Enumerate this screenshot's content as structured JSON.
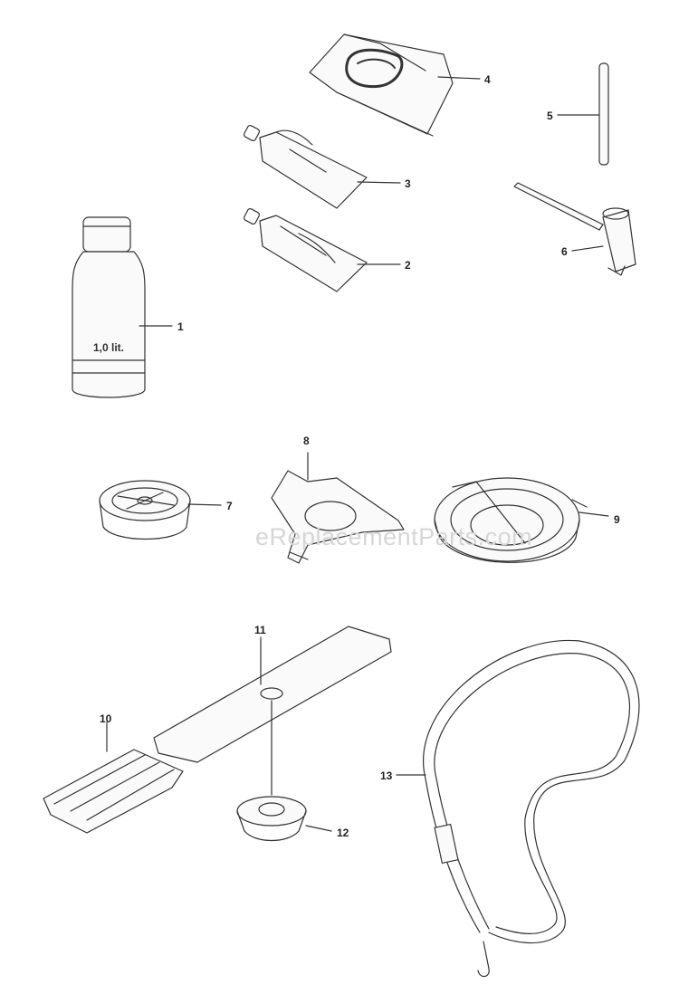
{
  "diagram": {
    "callouts": [
      "1",
      "2",
      "3",
      "4",
      "5",
      "6",
      "7",
      "8",
      "9",
      "10",
      "11",
      "12",
      "13"
    ],
    "bottle_label": "1,0 lit.",
    "watermark": "eReplacementParts.com"
  }
}
